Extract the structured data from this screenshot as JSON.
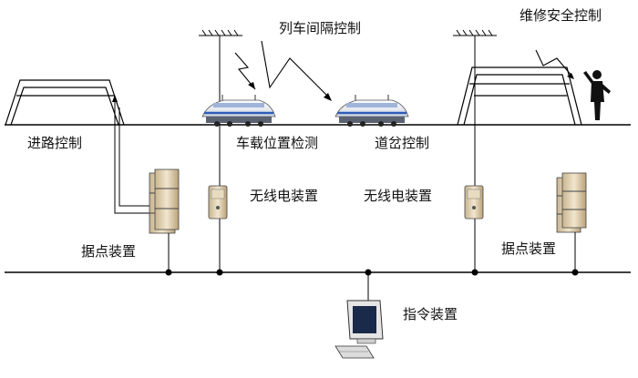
{
  "labels": {
    "train_interval_control": "列车间隔控制",
    "maintenance_safety_control": "维修安全控制",
    "route_control": "进路控制",
    "onboard_position_detection": "车载位置检测",
    "switch_control": "道岔控制",
    "radio_device_left": "无线电装置",
    "radio_device_right": "无线电装置",
    "base_device_left": "据点装置",
    "base_device_right": "据点装置",
    "command_device": "指令装置"
  },
  "colors": {
    "line": "#000000",
    "cabinet": "#eadcc0",
    "train_body": "#f0f2f6",
    "train_stripe": "#2d5cb8"
  },
  "icons": [
    "antenna-icon",
    "lightning-icon",
    "train-icon",
    "cabinet-icon",
    "radio-unit-icon",
    "computer-icon",
    "worker-icon"
  ]
}
